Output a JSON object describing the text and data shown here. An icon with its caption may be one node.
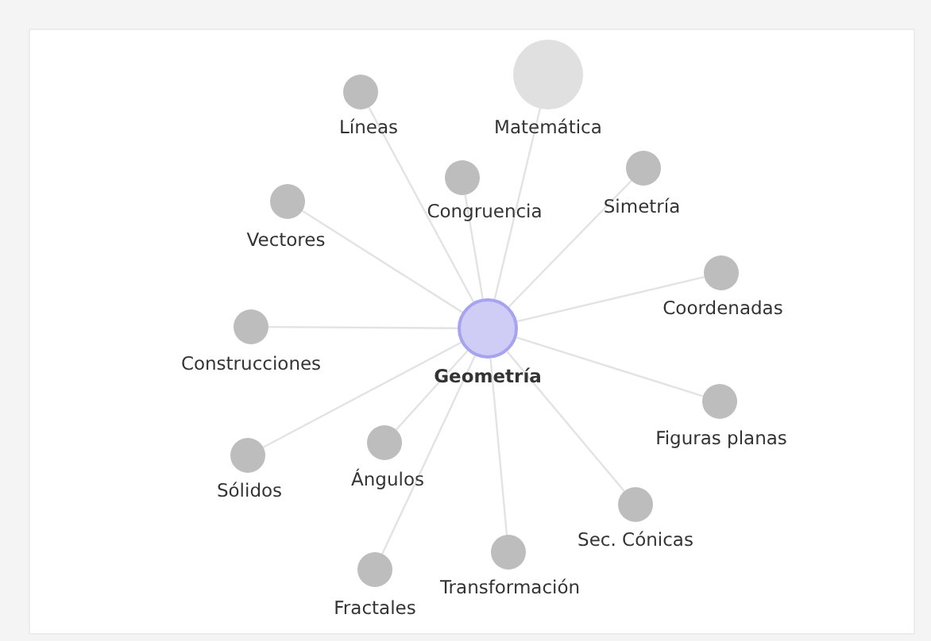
{
  "diagram": {
    "nodes": [
      {
        "text": [
          "Matemática"
        ]
      },
      {
        "text": [
          "Líneas"
        ]
      },
      {
        "text": [
          "Simetría"
        ]
      },
      {
        "text": [
          "Congruencia"
        ]
      },
      {
        "text": [
          "Vectores"
        ]
      },
      {
        "text": [
          "Coordenadas"
        ]
      },
      {
        "text": [
          "Construcciones"
        ]
      },
      {
        "text": [
          "Geometría"
        ]
      },
      {
        "text": [
          "Figuras planas"
        ]
      },
      {
        "text": [
          "Ángulos"
        ]
      },
      {
        "text": [
          "Sólidos"
        ]
      },
      {
        "text": [
          "Sec. Cónicas"
        ]
      },
      {
        "text": [
          "Transformación"
        ]
      },
      {
        "text": [
          "Fractales"
        ]
      }
    ],
    "edges": [
      {
        "from": 7,
        "to": 0,
        "arrow": "none"
      },
      {
        "from": 7,
        "to": 1,
        "arrow": "none"
      },
      {
        "from": 7,
        "to": 2,
        "arrow": "none"
      },
      {
        "from": 7,
        "to": 3,
        "arrow": "none"
      },
      {
        "from": 7,
        "to": 4,
        "arrow": "none"
      },
      {
        "from": 7,
        "to": 5,
        "arrow": "none"
      },
      {
        "from": 7,
        "to": 6,
        "arrow": "none"
      },
      {
        "from": 7,
        "to": 8,
        "arrow": "none"
      },
      {
        "from": 7,
        "to": 9,
        "arrow": "none"
      },
      {
        "from": 7,
        "to": 10,
        "arrow": "none"
      },
      {
        "from": 7,
        "to": 11,
        "arrow": "none"
      },
      {
        "from": 7,
        "to": 12,
        "arrow": "none"
      },
      {
        "from": 7,
        "to": 13,
        "arrow": "none"
      }
    ]
  }
}
